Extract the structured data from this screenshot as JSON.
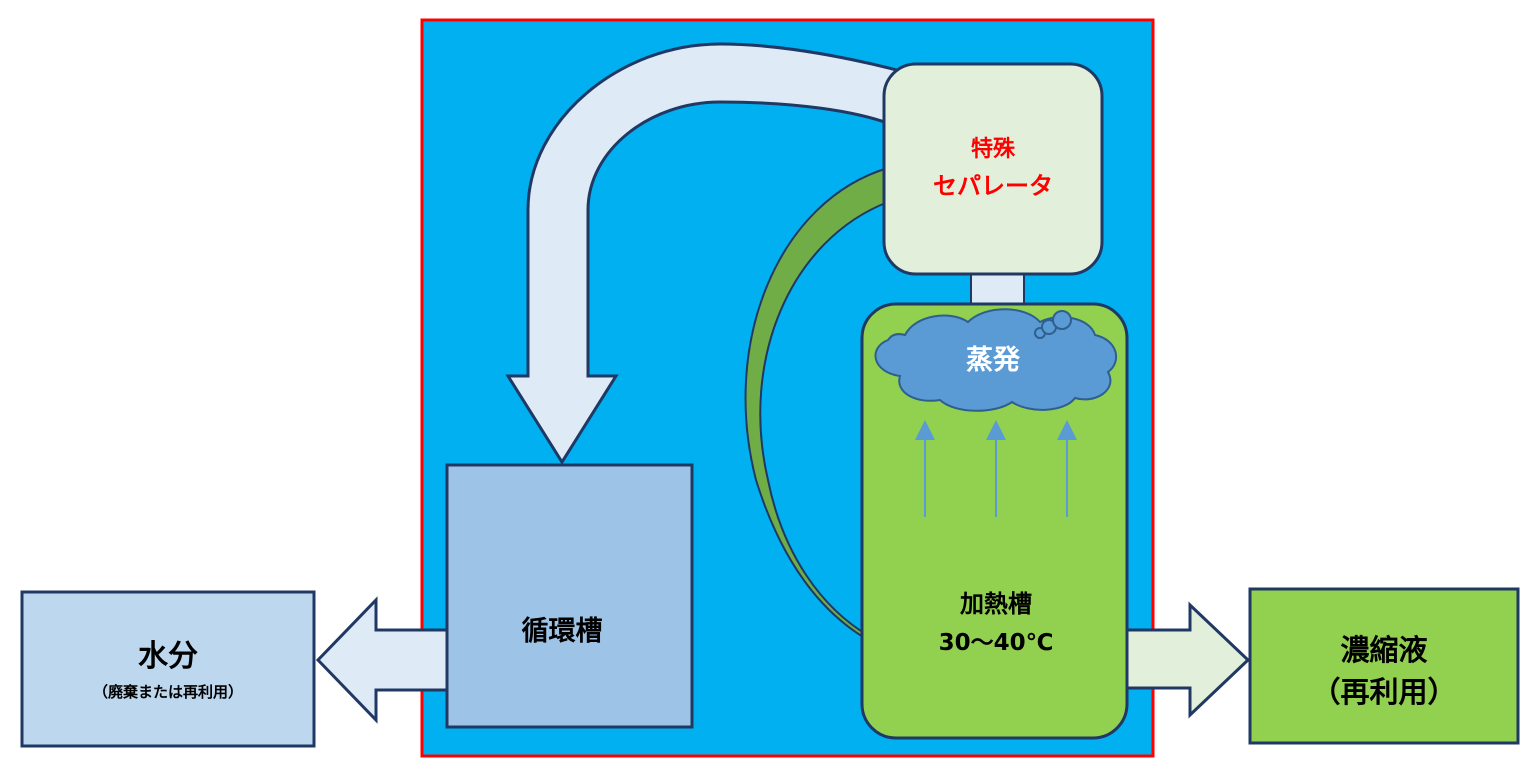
{
  "title": "",
  "colors": {
    "system_frame_fill": "#00B0F0",
    "system_frame_border": "#FF0000",
    "separator_fill": "#E2EFDA",
    "separator_text": "#FF0000",
    "heating_tank_fill": "#92D050",
    "circulation_tank_fill": "#9DC3E6",
    "water_box_fill": "#BDD7EE",
    "concentrate_box_fill": "#92D050",
    "vapor_cloud_fill": "#5B9BD5",
    "return_arrow_fill": "#DEEBF7",
    "recirc_arrow_fill": "#70AD47",
    "outline": "#203864"
  },
  "nodes": {
    "separator": {
      "line1": "特殊",
      "line2": "セパレータ"
    },
    "evaporation": {
      "label": "蒸発"
    },
    "heating_tank": {
      "label": "加熱槽",
      "temperature": "30〜40℃"
    },
    "circulation_tank": {
      "label": "循環槽"
    },
    "water": {
      "label": "水分",
      "note": "（廃棄または再利用）"
    },
    "concentrate": {
      "line1": "濃縮液",
      "line2": "（再利用）"
    }
  },
  "edges": [
    {
      "from": "separator",
      "to": "circulation_tank",
      "style": "curved-block-arrow"
    },
    {
      "from": "separator",
      "to": "heating_tank",
      "style": "curved-block-arrow"
    },
    {
      "from": "circulation_tank",
      "to": "water",
      "style": "block-arrow"
    },
    {
      "from": "heating_tank",
      "to": "concentrate",
      "style": "block-arrow"
    },
    {
      "from": "heating_tank",
      "to": "evaporation",
      "style": "thin-arrows"
    }
  ]
}
